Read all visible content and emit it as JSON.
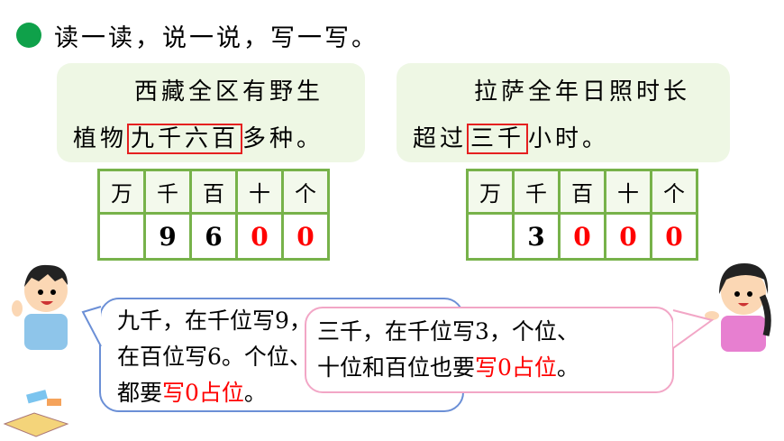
{
  "title": "读一读，说一说，写一写。",
  "cards": [
    {
      "line1": "西藏全区有野生",
      "pre": "植物",
      "boxed": "九千六百",
      "post": "多种。"
    },
    {
      "line1": "拉萨全年日照时长",
      "pre": "超过",
      "boxed": "三千",
      "post": "小时。"
    }
  ],
  "tables": [
    {
      "headers": [
        "万",
        "千",
        "百",
        "十",
        "个"
      ],
      "digits": [
        "",
        "9",
        "6",
        "0",
        "0"
      ]
    },
    {
      "headers": [
        "万",
        "千",
        "百",
        "十",
        "个"
      ],
      "digits": [
        "",
        "3",
        "0",
        "0",
        "0"
      ]
    }
  ],
  "bubbles": {
    "boy": {
      "line1": "九千，在千位写9，在百",
      "line2": "在百位写6。个位、十位",
      "line3_pre": "都要",
      "line3_red": "写0占位",
      "line3_post": "。"
    },
    "girl": {
      "line1": "三千，在千位写3，个位、",
      "line2_pre": "十位和百位也要",
      "line2_red": "写0占位",
      "line2_post": "。"
    }
  },
  "colors": {
    "accent_green": "#0fa14a",
    "highlight_red": "#ff0000",
    "table_border": "#77b24a",
    "boy_bubble": "#6b8fd6",
    "girl_bubble": "#f2a6c6"
  }
}
